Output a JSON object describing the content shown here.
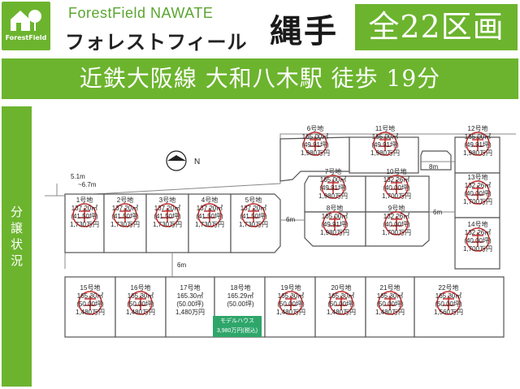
{
  "header": {
    "logo_text": "ForestField",
    "brand_en": "ForestField NAWATE",
    "brand_jp": "フォレストフィール",
    "place": "縄手",
    "lot_count": "全22区画"
  },
  "access": {
    "text": "近鉄大阪線 大和八木駅 徒歩 19分"
  },
  "sidebar": {
    "label": "分\n譲\n状\n況"
  },
  "roads": {
    "width_5m": "5.1m",
    "width_67m": "~6.7m",
    "r6m_a": "6m",
    "r6m_b": "6m",
    "r6m_c": "6m",
    "r8m": "8m"
  },
  "compass": {
    "letter": "N"
  },
  "lots": [
    {
      "id": "1号地",
      "area": "137.20㎡",
      "tsubo": "(41.50坪)",
      "price": "1,730万円",
      "sold": true
    },
    {
      "id": "2号地",
      "area": "137.20㎡",
      "tsubo": "(41.50坪)",
      "price": "1,730万円",
      "sold": true
    },
    {
      "id": "3号地",
      "area": "137.20㎡",
      "tsubo": "(41.50坪)",
      "price": "1,730万円",
      "sold": true
    },
    {
      "id": "4号地",
      "area": "137.20㎡",
      "tsubo": "(41.50坪)",
      "price": "1,730万円",
      "sold": true
    },
    {
      "id": "5号地",
      "area": "137.20㎡",
      "tsubo": "(41.50坪)",
      "price": "1,730万円",
      "sold": true
    },
    {
      "id": "6号地",
      "area": "165.00㎡",
      "tsubo": "(49.91坪)",
      "price": "1,980万円",
      "sold": true
    },
    {
      "id": "7号地",
      "area": "165.00㎡",
      "tsubo": "(49.91坪)",
      "price": "1,980万円",
      "sold": true
    },
    {
      "id": "8号地",
      "area": "165.00㎡",
      "tsubo": "(49.91坪)",
      "price": "1,980万円",
      "sold": true
    },
    {
      "id": "9号地",
      "area": "132.26㎡",
      "tsubo": "(40.00坪)",
      "price": "1,700万円",
      "sold": true
    },
    {
      "id": "10号地",
      "area": "132.26㎡",
      "tsubo": "(40.00坪)",
      "price": "1,700万円",
      "sold": true
    },
    {
      "id": "11号地",
      "area": "165.00㎡",
      "tsubo": "(49.91坪)",
      "price": "1,980万円",
      "sold": true
    },
    {
      "id": "12号地",
      "area": "165.00㎡",
      "tsubo": "(49.91坪)",
      "price": "1,980万円",
      "sold": true
    },
    {
      "id": "13号地",
      "area": "132.26㎡",
      "tsubo": "(40.00坪)",
      "price": "1,700万円",
      "sold": true
    },
    {
      "id": "14号地",
      "area": "132.26㎡",
      "tsubo": "(40.00坪)",
      "price": "1,700万円",
      "sold": true
    },
    {
      "id": "15号地",
      "area": "165.30㎡",
      "tsubo": "(50.00坪)",
      "price": "1,480万円",
      "sold": true
    },
    {
      "id": "16号地",
      "area": "165.30㎡",
      "tsubo": "(50.00坪)",
      "price": "1,480万円",
      "sold": true
    },
    {
      "id": "17号地",
      "area": "165.30㎡",
      "tsubo": "(50.00坪)",
      "price": "1,480万円",
      "sold": false
    },
    {
      "id": "18号地",
      "area": "165.29㎡",
      "tsubo": "(50.00坪)",
      "price": "",
      "sold": false
    },
    {
      "id": "19号地",
      "area": "165.30㎡",
      "tsubo": "(50.00坪)",
      "price": "1,480万円",
      "sold": true
    },
    {
      "id": "20号地",
      "area": "165.30㎡",
      "tsubo": "(50.00坪)",
      "price": "1,480万円",
      "sold": true
    },
    {
      "id": "21号地",
      "area": "165.30㎡",
      "tsubo": "(50.00坪)",
      "price": "1,480万円",
      "sold": true
    },
    {
      "id": "22号地",
      "area": "165.30㎡",
      "tsubo": "(50.00坪)",
      "price": "1,560万円",
      "sold": true
    }
  ],
  "model_house": {
    "label": "モデルハウス",
    "price": "3,980万円(税込)"
  }
}
